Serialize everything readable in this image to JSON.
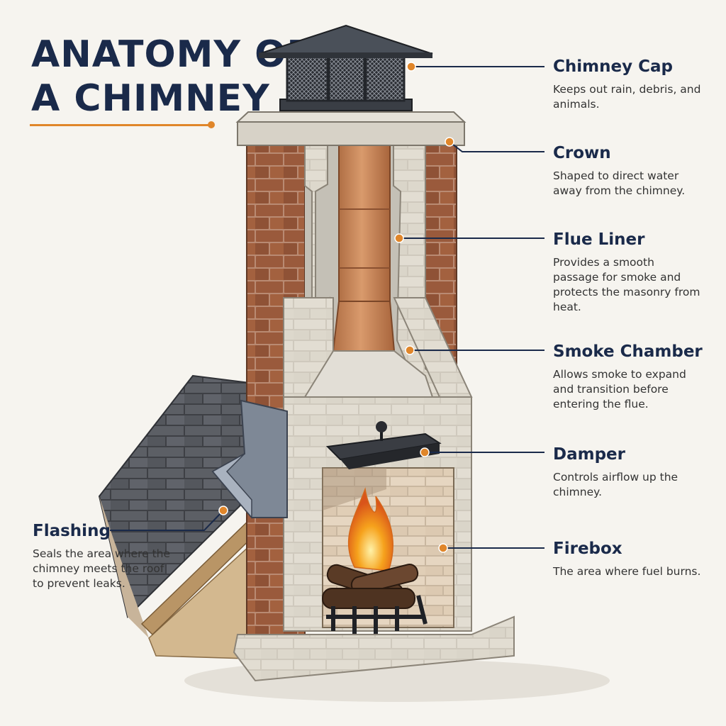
{
  "title": {
    "line1": "ANATOMY OF",
    "line2": "A CHIMNEY"
  },
  "colors": {
    "navy": "#1a2a4a",
    "accent": "#e0862a",
    "brick": "#9a5a3c",
    "stone": "#dad6cd",
    "copper": "#c98a5e",
    "shingle": "#5a5d63"
  },
  "parts": [
    {
      "key": "cap",
      "name": "Chimney Cap",
      "desc": "Keeps out rain, debris, and animals."
    },
    {
      "key": "crown",
      "name": "Crown",
      "desc": "Shaped to direct water away from the chimney."
    },
    {
      "key": "flue",
      "name": "Flue Liner",
      "desc": "Provides a smooth passage for smoke and protects the masonry from heat."
    },
    {
      "key": "smoke",
      "name": "Smoke Chamber",
      "desc": "Allows smoke to expand and transition before entering the flue."
    },
    {
      "key": "damper",
      "name": "Damper",
      "desc": "Controls airflow up the chimney."
    },
    {
      "key": "firebox",
      "name": "Firebox",
      "desc": "The area where fuel burns."
    },
    {
      "key": "flashing",
      "name": "Flashing",
      "desc": "Seals the area where the chimney meets the roof to prevent leaks."
    }
  ]
}
